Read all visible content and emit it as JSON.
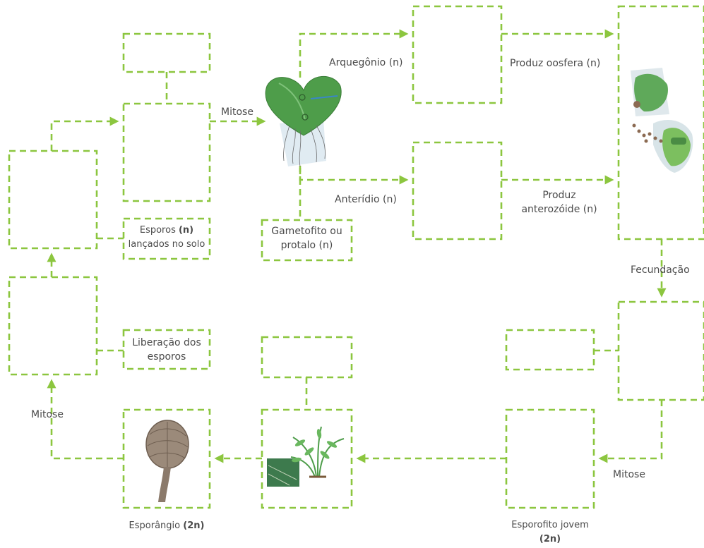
{
  "colors": {
    "dash": "#8cc63f",
    "text": "#4a4a4a",
    "leaf": "#4e9d4a",
    "sporangium": "#8b7a6b"
  },
  "labels": {
    "mitose_top": "Mitose",
    "arquegonio": "Arquegônio (n)",
    "anteridio": "Anterídio (n)",
    "produz_oosfera": "Produz oosfera (n)",
    "produz_anterozoide_1": "Produz",
    "produz_anterozoide_2": "anterozóide (n)",
    "esporos_1a": "Esporos ",
    "esporos_1b": "(n)",
    "esporos_2": "lançados no solo",
    "gametofito_1": "Gametofito ou",
    "gametofito_2": "protalo (n)",
    "fecundacao": "Fecundação",
    "liberacao_1": "Liberação dos",
    "liberacao_2": "esporos",
    "mitose_left": "Mitose",
    "mitose_right": "Mitose",
    "esporangio_a": "Esporângio ",
    "esporangio_b": "(2n)",
    "esporofito_1": "Esporofito jovem",
    "esporofito_2": "(2n)"
  }
}
